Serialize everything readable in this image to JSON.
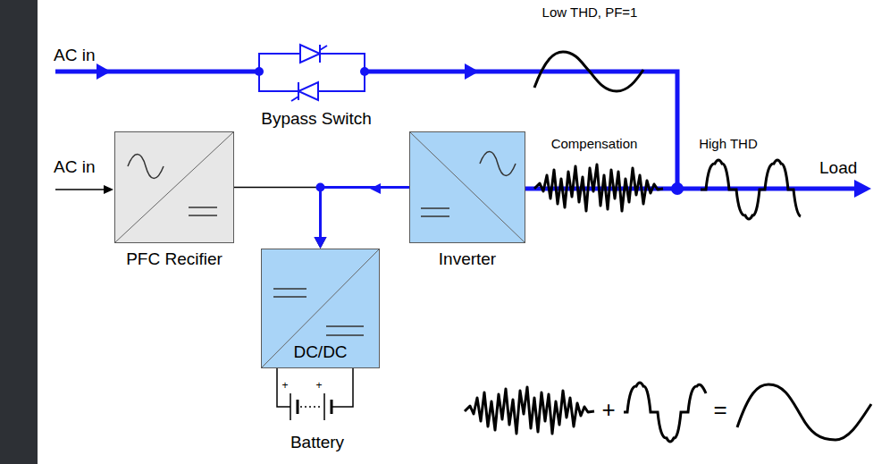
{
  "diagram": {
    "nodes": [
      {
        "text": [
          "Bypass Switch"
        ]
      },
      {
        "text": [
          "PFC Recifier"
        ]
      },
      {
        "text": [
          "Inverter"
        ]
      },
      {
        "text": [
          "DC/DC"
        ]
      },
      {
        "text": [
          "Battery"
        ]
      }
    ],
    "edges": [
      {
        "from": 1,
        "to": 3,
        "arrow": "to"
      },
      {
        "from": 2,
        "to": 3,
        "arrow": "to"
      },
      {
        "from": 4,
        "to": 3,
        "arrow": "none"
      }
    ],
    "labels": [
      "AC in",
      "Low THD, PF=1",
      "AC in",
      "Compensation",
      "High THD",
      "Load",
      "+",
      "+",
      "+",
      "="
    ]
  }
}
